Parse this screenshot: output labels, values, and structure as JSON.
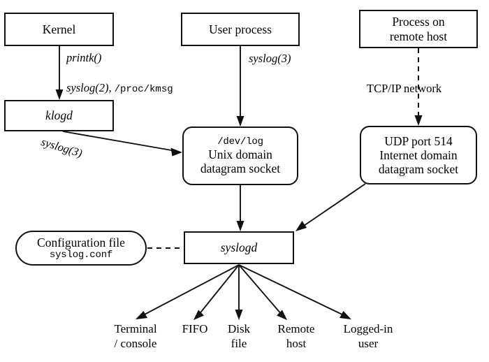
{
  "diagram": {
    "title": "syslog logging architecture",
    "colors": {
      "stroke": "#111111",
      "background": "#ffffff"
    },
    "nodes": {
      "kernel": {
        "label": "Kernel",
        "shape": "rect"
      },
      "user_process": {
        "label": "User process",
        "shape": "rect"
      },
      "remote_process_l1": {
        "label": "Process on",
        "shape": "rect"
      },
      "remote_process_l2": {
        "label": "remote host"
      },
      "klogd": {
        "label": "klogd",
        "shape": "rect"
      },
      "unix_socket_l1": {
        "label": "/dev/log"
      },
      "unix_socket_l2": {
        "label": "Unix domain"
      },
      "unix_socket_l3": {
        "label": "datagram socket"
      },
      "udp_socket_l1": {
        "label": "UDP port 514"
      },
      "udp_socket_l2": {
        "label": "Internet domain"
      },
      "udp_socket_l3": {
        "label": "datagram socket"
      },
      "syslogd": {
        "label": "syslogd",
        "shape": "rect"
      },
      "config_l1": {
        "label": "Configuration file"
      },
      "config_l2": {
        "label": "syslog.conf"
      }
    },
    "edge_labels": {
      "printk": "printk()",
      "syslog2": "syslog(2),",
      "proc_kmsg": "/proc/kmsg",
      "syslog3_user": "syslog(3)",
      "syslog3_klogd": "syslog(3)",
      "tcpip": "TCP/IP network"
    },
    "sinks": [
      {
        "line1": "Terminal",
        "line2": "/ console"
      },
      {
        "line1": "FIFO",
        "line2": ""
      },
      {
        "line1": "Disk",
        "line2": "file"
      },
      {
        "line1": "Remote",
        "line2": "host"
      },
      {
        "line1": "Logged-in",
        "line2": "user"
      }
    ]
  }
}
